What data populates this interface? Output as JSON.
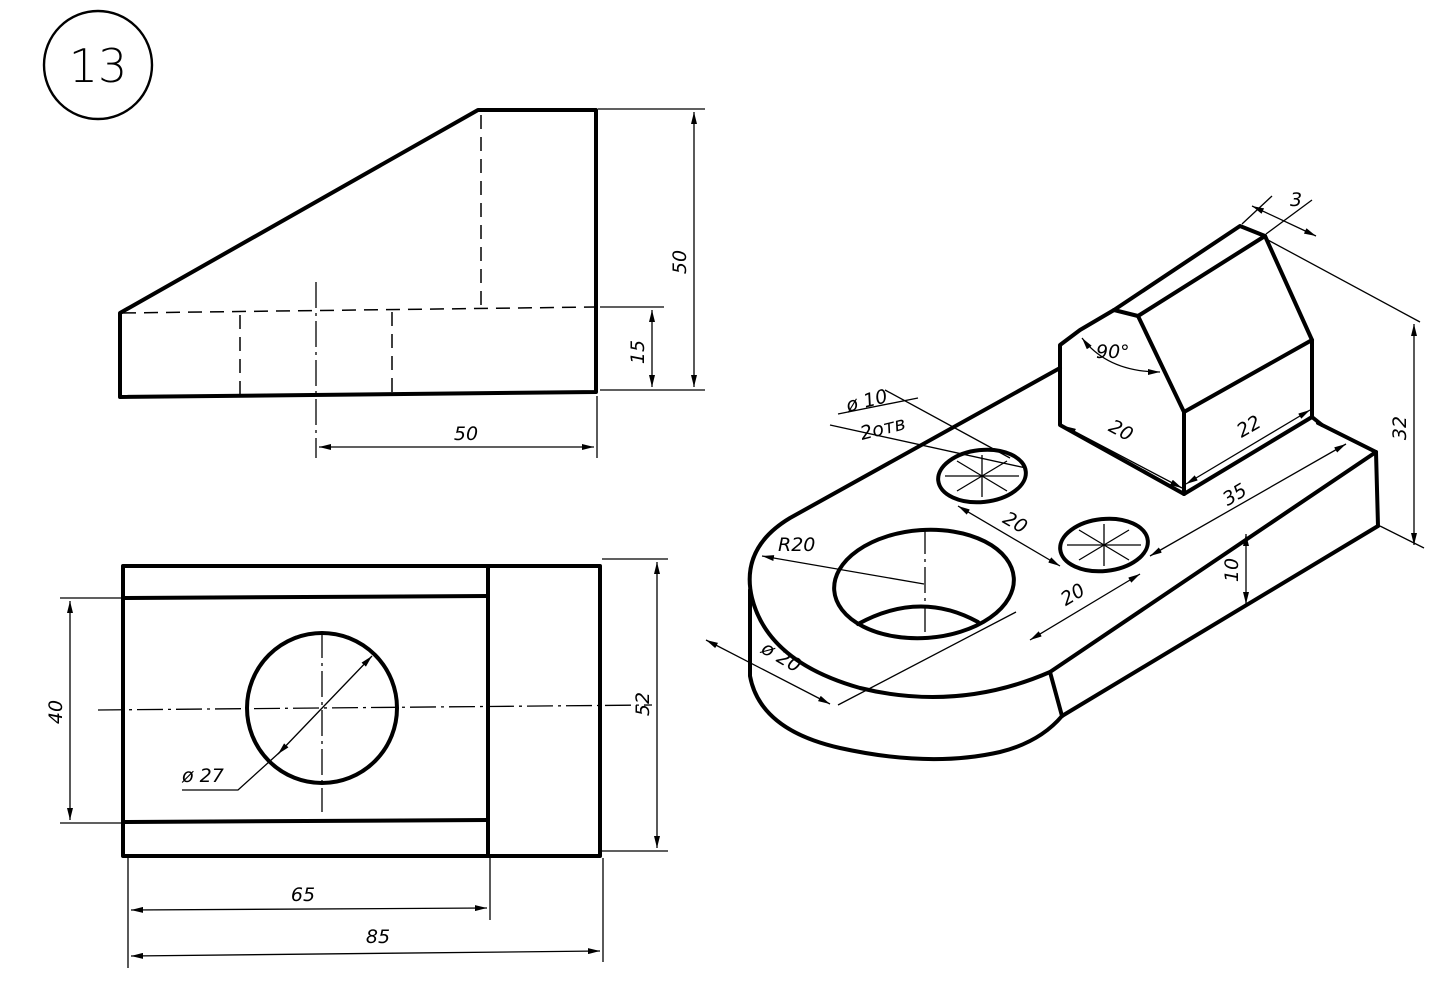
{
  "sheet": {
    "badge_number": "13"
  },
  "front_view": {
    "dim_overall_height": "50",
    "dim_base_height": "15",
    "dim_offset_width": "50"
  },
  "top_view": {
    "dim_inner_width": "40",
    "dim_overall_width": "52",
    "dim_hole_diameter": "ø 27",
    "dim_inner_length": "65",
    "dim_overall_length": "85"
  },
  "isometric": {
    "dim_chamfer": "3",
    "dim_angle": "90°",
    "dim_holes_diameter": "ø 10",
    "dim_holes_count": "2отв",
    "dim_block_width": "20",
    "dim_block_length": "22",
    "dim_height_total": "32",
    "dim_radius": "R20",
    "dim_hole_spacing_1": "20",
    "dim_hole_spacing_2": "20",
    "dim_rail_length": "35",
    "dim_base_thickness": "10",
    "dim_big_hole": "ø 20"
  }
}
